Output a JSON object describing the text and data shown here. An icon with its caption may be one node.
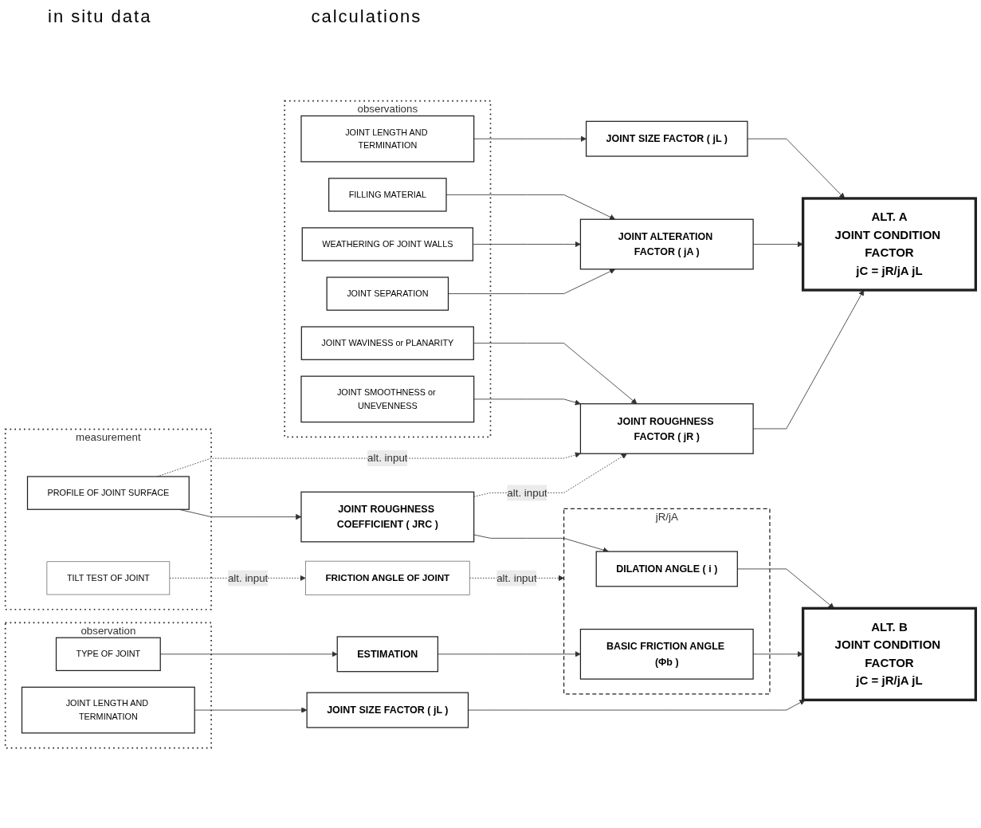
{
  "diagram": {
    "nodes": [
      {
        "text": [
          "observations"
        ]
      },
      {
        "text": [
          "JOINT LENGTH AND TERMINATION"
        ],
        "in": 0
      },
      {
        "text": [
          "FILLING MATERIAL"
        ],
        "in": 0
      },
      {
        "text": [
          "WEATHERING OF JOINT WALLS"
        ],
        "in": 0
      },
      {
        "text": [
          "JOINT SEPARATION"
        ],
        "in": 0
      },
      {
        "text": [
          "JOINT WAVINESS or PLANARITY"
        ],
        "in": 0
      },
      {
        "text": [
          "JOINT SMOOTHNESS or UNEVENNESS"
        ],
        "in": 0
      },
      {
        "text": [
          "JOINT SIZE FACTOR ( jL )"
        ]
      },
      {
        "text": [
          "JOINT ALTERATION FACTOR ( jA )"
        ]
      },
      {
        "text": [
          "JOINT ROUGHNESS FACTOR ( jR )"
        ]
      },
      {
        "text": [
          "ALT. A",
          "JOINT CONDITION FACTOR",
          "jC = jR/jA jL"
        ]
      },
      {
        "text": [
          "measurement"
        ]
      },
      {
        "text": [
          "PROFILE OF JOINT SURFACE"
        ],
        "in": 11
      },
      {
        "text": [
          "TILT TEST OF JOINT"
        ],
        "in": 11
      },
      {
        "text": [
          "observation"
        ]
      },
      {
        "text": [
          "TYPE OF JOINT"
        ],
        "in": 14
      },
      {
        "text": [
          "JOINT LENGTH AND TERMINATION"
        ],
        "in": 14
      },
      {
        "text": [
          "JOINT ROUGHNESS COEFFICIENT ( JRC )"
        ]
      },
      {
        "text": [
          "FRICTION ANGLE OF JOINT"
        ]
      },
      {
        "text": [
          "ESTIMATION"
        ]
      },
      {
        "text": [
          "JOINT SIZE FACTOR ( jL )"
        ]
      },
      {
        "text": [
          "jR/jA"
        ]
      },
      {
        "text": [
          "DILATION ANGLE ( i )"
        ],
        "in": 21
      },
      {
        "text": [
          "BASIC FRICTION ANGLE (Φb )"
        ],
        "in": 21
      },
      {
        "text": [
          "ALT. B",
          "JOINT CONDITION FACTOR",
          "jC = jR/jA jL"
        ]
      }
    ],
    "edges": [
      {
        "from": 1,
        "to": 7,
        "arrow": "to"
      },
      {
        "from": 2,
        "to": 8,
        "arrow": "to"
      },
      {
        "from": 3,
        "to": 8,
        "arrow": "to"
      },
      {
        "from": 4,
        "to": 8,
        "arrow": "to"
      },
      {
        "from": 5,
        "to": 9,
        "arrow": "to"
      },
      {
        "from": 6,
        "to": 9,
        "arrow": "to"
      },
      {
        "from": 7,
        "to": 10,
        "arrow": "to"
      },
      {
        "from": 8,
        "to": 10,
        "arrow": "to"
      },
      {
        "from": 9,
        "to": 10,
        "arrow": "to"
      },
      {
        "from": 12,
        "to": 9,
        "arrow": "to",
        "label": "alt. input",
        "style": "dashed"
      },
      {
        "from": 17,
        "to": 9,
        "arrow": "to",
        "label": "alt. input",
        "style": "dashed"
      },
      {
        "from": 12,
        "to": 17,
        "arrow": "to"
      },
      {
        "from": 13,
        "to": 18,
        "arrow": "to",
        "label": "alt. input",
        "style": "dashed"
      },
      {
        "from": 18,
        "to": 21,
        "arrow": "to",
        "label": "alt. input",
        "style": "dashed"
      },
      {
        "from": 17,
        "to": 22,
        "arrow": "to"
      },
      {
        "from": 15,
        "to": 19,
        "arrow": "to"
      },
      {
        "from": 19,
        "to": 23,
        "arrow": "to"
      },
      {
        "from": 22,
        "to": 24,
        "arrow": "to"
      },
      {
        "from": 23,
        "to": 24,
        "arrow": "to"
      },
      {
        "from": 16,
        "to": 20,
        "arrow": "to"
      },
      {
        "from": 20,
        "to": 24,
        "arrow": "to"
      }
    ],
    "labels": [
      "in situ data",
      "calculations"
    ]
  }
}
